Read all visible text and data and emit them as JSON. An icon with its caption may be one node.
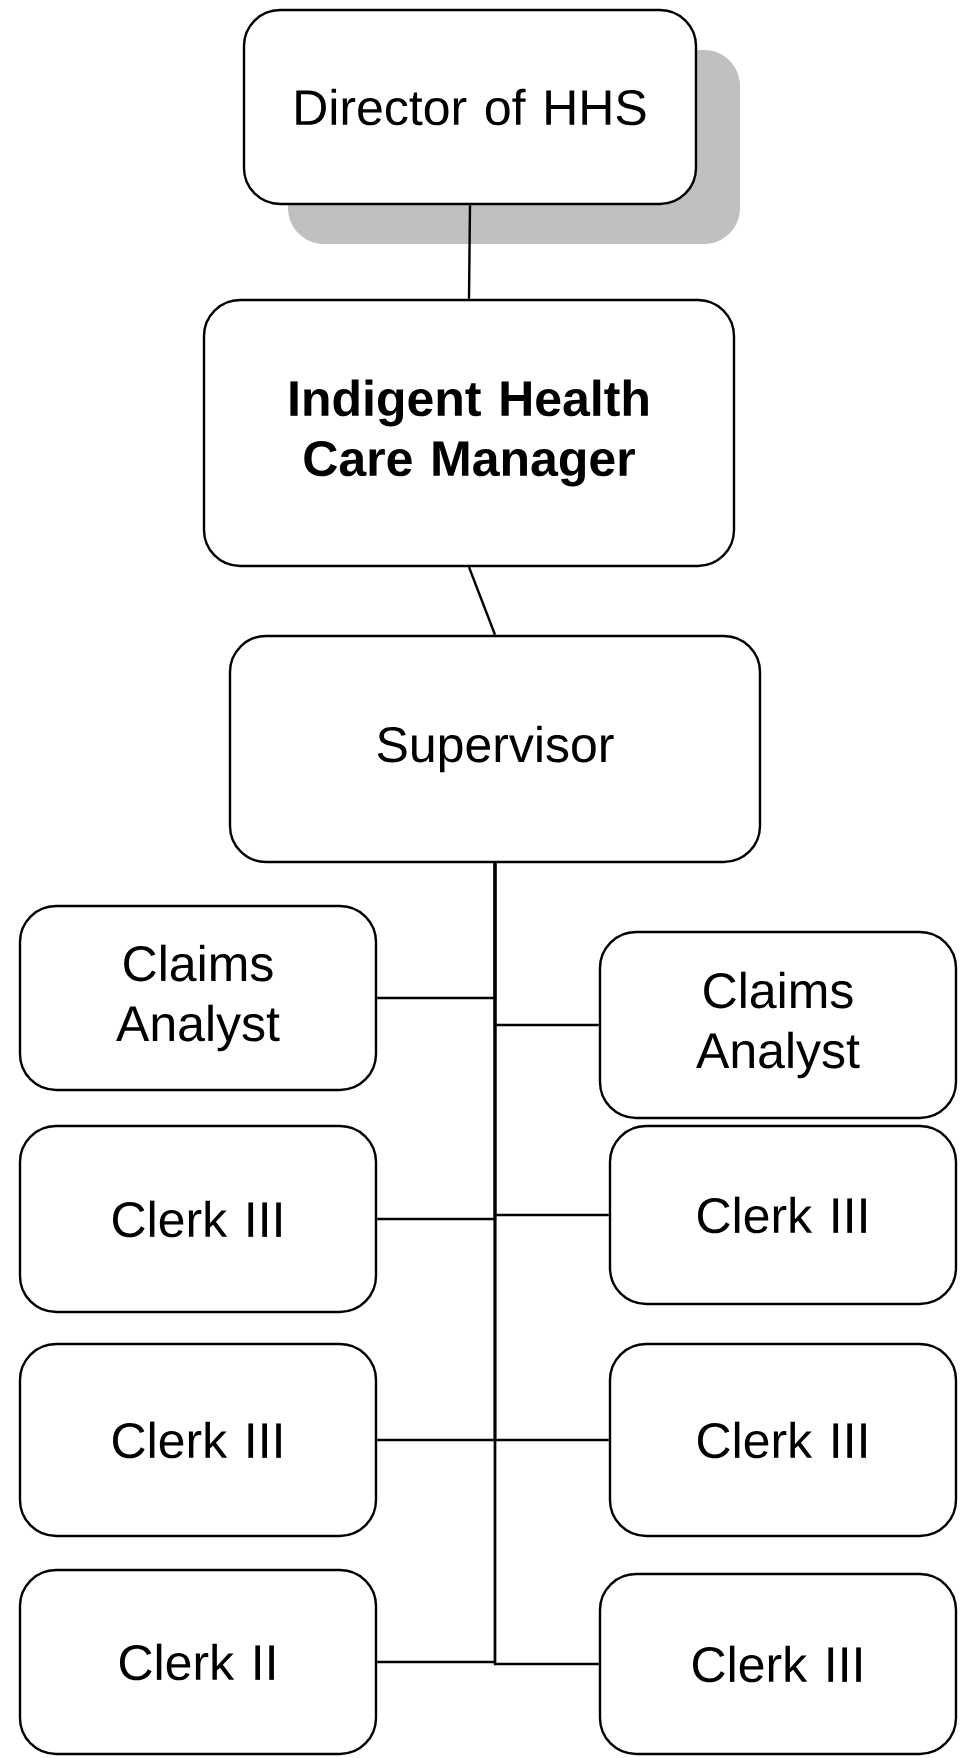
{
  "diagram": {
    "nodes": [
      {
        "text": [
          "Director of HHS"
        ]
      },
      {
        "text": [
          "Indigent Health Care Manager"
        ]
      },
      {
        "text": [
          "Supervisor"
        ]
      },
      {
        "text": [
          "Claims Analyst"
        ]
      },
      {
        "text": [
          "Claims Analyst"
        ]
      },
      {
        "text": [
          "Clerk III"
        ]
      },
      {
        "text": [
          "Clerk III"
        ]
      },
      {
        "text": [
          "Clerk III"
        ]
      },
      {
        "text": [
          "Clerk III"
        ]
      },
      {
        "text": [
          "Clerk II"
        ]
      },
      {
        "text": [
          "Clerk III"
        ]
      }
    ],
    "edges": [
      {
        "from": 0,
        "to": 1,
        "arrow": "none"
      },
      {
        "from": 1,
        "to": 2,
        "arrow": "none"
      },
      {
        "from": 2,
        "to": 3,
        "arrow": "none"
      },
      {
        "from": 2,
        "to": 4,
        "arrow": "none"
      },
      {
        "from": 2,
        "to": 5,
        "arrow": "none"
      },
      {
        "from": 2,
        "to": 6,
        "arrow": "none"
      },
      {
        "from": 2,
        "to": 7,
        "arrow": "none"
      },
      {
        "from": 2,
        "to": 8,
        "arrow": "none"
      },
      {
        "from": 2,
        "to": 9,
        "arrow": "none"
      },
      {
        "from": 2,
        "to": 10,
        "arrow": "none"
      }
    ]
  }
}
